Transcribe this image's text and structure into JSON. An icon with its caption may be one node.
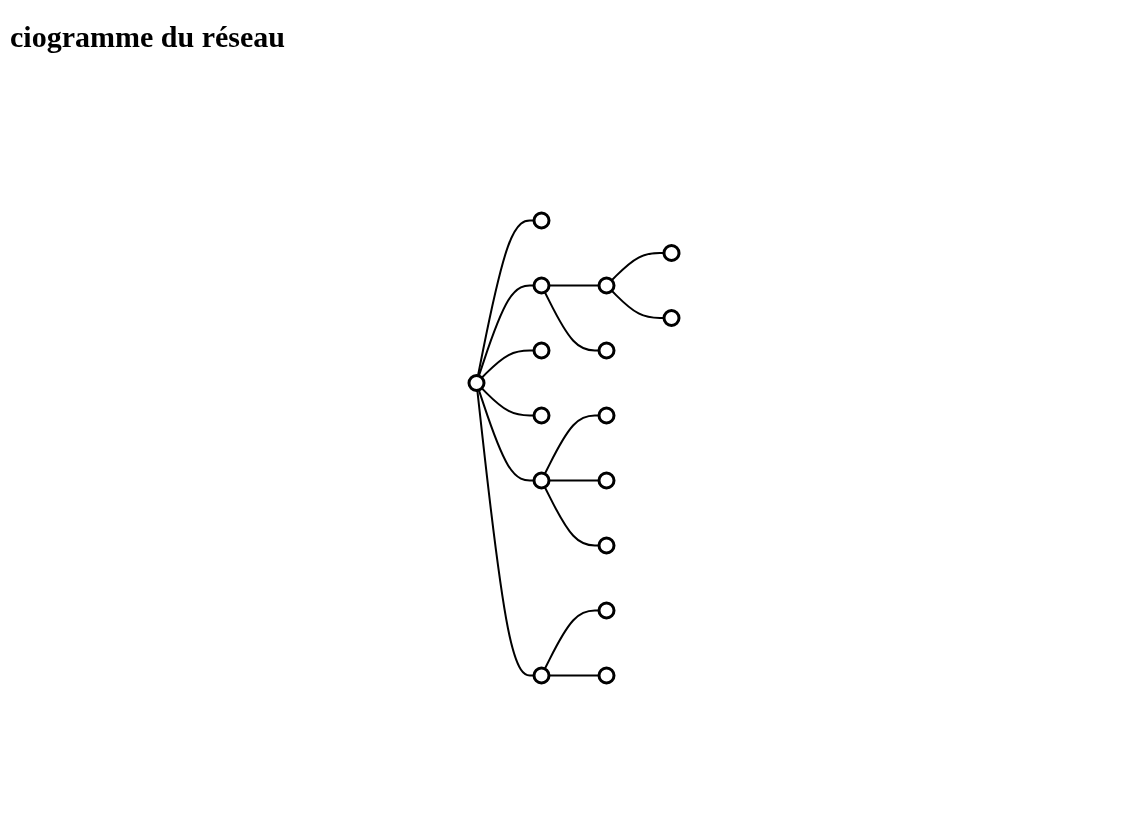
{
  "diagram": {
    "title": "ciogramme du réseau",
    "nodes": [
      {
        "text": [],
        "shape": "circle"
      },
      {
        "text": [],
        "shape": "circle"
      },
      {
        "text": [],
        "shape": "circle"
      },
      {
        "text": [],
        "shape": "circle"
      },
      {
        "text": [],
        "shape": "circle"
      },
      {
        "text": [],
        "shape": "circle"
      },
      {
        "text": [],
        "shape": "circle"
      },
      {
        "text": [],
        "shape": "circle"
      },
      {
        "text": [],
        "shape": "circle"
      },
      {
        "text": [],
        "shape": "circle"
      },
      {
        "text": [],
        "shape": "circle"
      },
      {
        "text": [],
        "shape": "circle"
      },
      {
        "text": [],
        "shape": "circle"
      },
      {
        "text": [],
        "shape": "circle"
      },
      {
        "text": [],
        "shape": "circle"
      },
      {
        "text": [],
        "shape": "circle"
      }
    ],
    "edges": [
      {
        "from": 1,
        "to": 0,
        "arrow": "none"
      },
      {
        "from": 1,
        "to": 2,
        "arrow": "none"
      },
      {
        "from": 4,
        "to": 1,
        "arrow": "none"
      },
      {
        "from": 4,
        "to": 6,
        "arrow": "none"
      },
      {
        "from": 7,
        "to": 4,
        "arrow": "none"
      },
      {
        "from": 7,
        "to": 3,
        "arrow": "none"
      },
      {
        "from": 7,
        "to": 5,
        "arrow": "none"
      },
      {
        "from": 7,
        "to": 9,
        "arrow": "none"
      },
      {
        "from": 7,
        "to": 12,
        "arrow": "none"
      },
      {
        "from": 7,
        "to": 10,
        "arrow": "none"
      },
      {
        "from": 10,
        "to": 8,
        "arrow": "none"
      },
      {
        "from": 10,
        "to": 11,
        "arrow": "none"
      },
      {
        "from": 10,
        "to": 13,
        "arrow": "none"
      },
      {
        "from": 12,
        "to": 14,
        "arrow": "none"
      },
      {
        "from": 12,
        "to": 15,
        "arrow": "none"
      }
    ]
  }
}
